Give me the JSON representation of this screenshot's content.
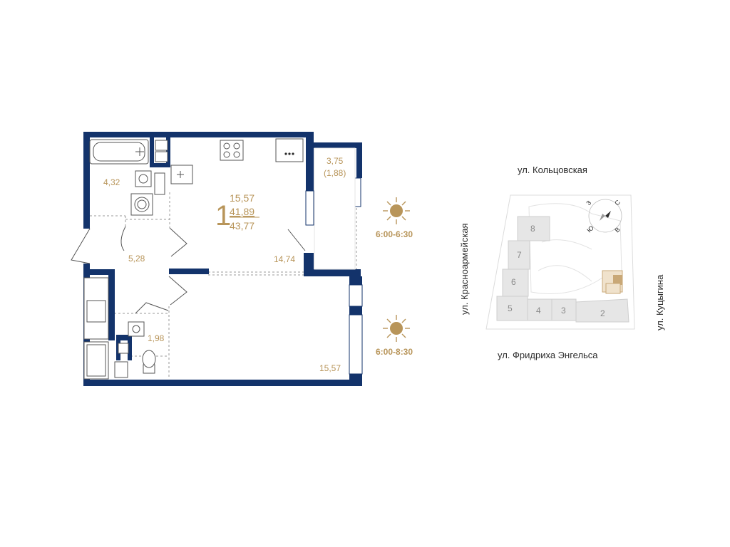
{
  "colors": {
    "wall": "#13336b",
    "accent": "#b8955a",
    "block": "#e6e6e6",
    "selected": "#c9a877"
  },
  "apartment": {
    "rooms_count": "1",
    "living_area": "15,57",
    "net_area": "41,89",
    "total_area": "43,77"
  },
  "rooms": [
    {
      "id": "bathroom",
      "area": "4,32"
    },
    {
      "id": "kitchen",
      "area": "14,74"
    },
    {
      "id": "balcony",
      "area": "3,75",
      "area_reduced": "(1,88)"
    },
    {
      "id": "hall",
      "area": "5,28"
    },
    {
      "id": "wc",
      "area": "1,98"
    },
    {
      "id": "bedroom",
      "area": "15,57"
    }
  ],
  "sun": [
    {
      "time": "6:00-6:30"
    },
    {
      "time": "6:00-8:30"
    }
  ],
  "map": {
    "streets": {
      "north": "ул. Кольцовская",
      "south": "ул. Фридриха Энгельса",
      "west": "ул. Красноармейская",
      "east": "ул. Куцыгина"
    },
    "buildings": [
      "8",
      "7",
      "6",
      "5",
      "4",
      "3",
      "2"
    ],
    "compass": {
      "n": "С",
      "s": "Ю",
      "w": "З",
      "e": "В"
    }
  }
}
